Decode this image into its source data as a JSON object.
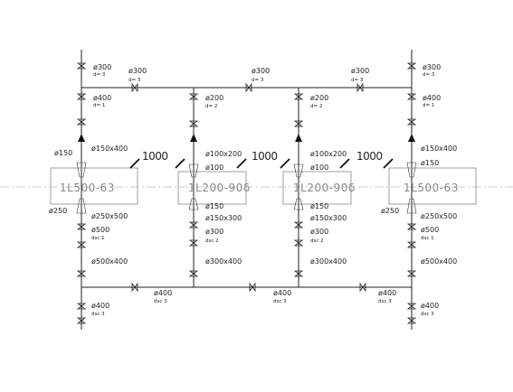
{
  "units": [
    {
      "id": "u1",
      "label": "1L500-63"
    },
    {
      "id": "u2",
      "label": "1L200-90δ"
    },
    {
      "id": "u3",
      "label": "1L200-90δ"
    },
    {
      "id": "u4",
      "label": "1L500-63"
    }
  ],
  "spacing": [
    "1000",
    "1000",
    "1000"
  ],
  "labels": {
    "u1_300": "ø300",
    "u1_d3": "d= 3",
    "u1_400": "ø400",
    "u1_d1": "d= 1",
    "u1_150": "ø150",
    "u1_150x400": "ø150x400",
    "u1_250": "ø250",
    "u1_250x500": "ø250x500",
    "u1_500": "ø500",
    "u1_dsc1": "dsc 1",
    "u1_500x400": "ø500x400",
    "u1_400b": "ø400",
    "u1_dsc3": "dsc 3",
    "top_300a": "ø300",
    "top_d3a": "d= 3",
    "top_300b": "ø300",
    "top_d3b": "d= 3",
    "top_300c": "ø300",
    "top_d3c": "d= 3",
    "u2_200": "ø200",
    "u2_d2": "d= 2",
    "u2_100x200": "ø100x200",
    "u2_100": "ø100",
    "u2_150": "ø150",
    "u2_150x300": "ø150x300",
    "u2_300": "ø300",
    "u2_dsc2": "dsc 2",
    "u2_300x400": "ø300x400",
    "u3_200": "ø200",
    "u3_d2": "d= 2",
    "u3_100x200": "ø100x200",
    "u3_100": "ø100",
    "u3_150": "ø150",
    "u3_150x300": "ø150x300",
    "u3_300": "ø300",
    "u3_dsc2": "dsc 2",
    "u3_300x400": "ø300x400",
    "u4_300": "ø300",
    "u4_d3": "d= 3",
    "u4_400": "ø400",
    "u4_d1": "d= 1",
    "u4_150x400": "ø150x400",
    "u4_150": "ø150",
    "u4_250": "ø250",
    "u4_250x500": "ø250x500",
    "u4_500": "ø500",
    "u4_dsc1": "dsc 1",
    "u4_500x400": "ø500x400",
    "u4_400b": "ø400",
    "u4_dsc3": "dsc 3",
    "bot_400a": "ø400",
    "bot_dsc3a": "dsc 3",
    "bot_400b": "ø400",
    "bot_dsc3b": "dsc 3",
    "bot_400c": "ø400",
    "bot_dsc3c": "dsc 3"
  }
}
